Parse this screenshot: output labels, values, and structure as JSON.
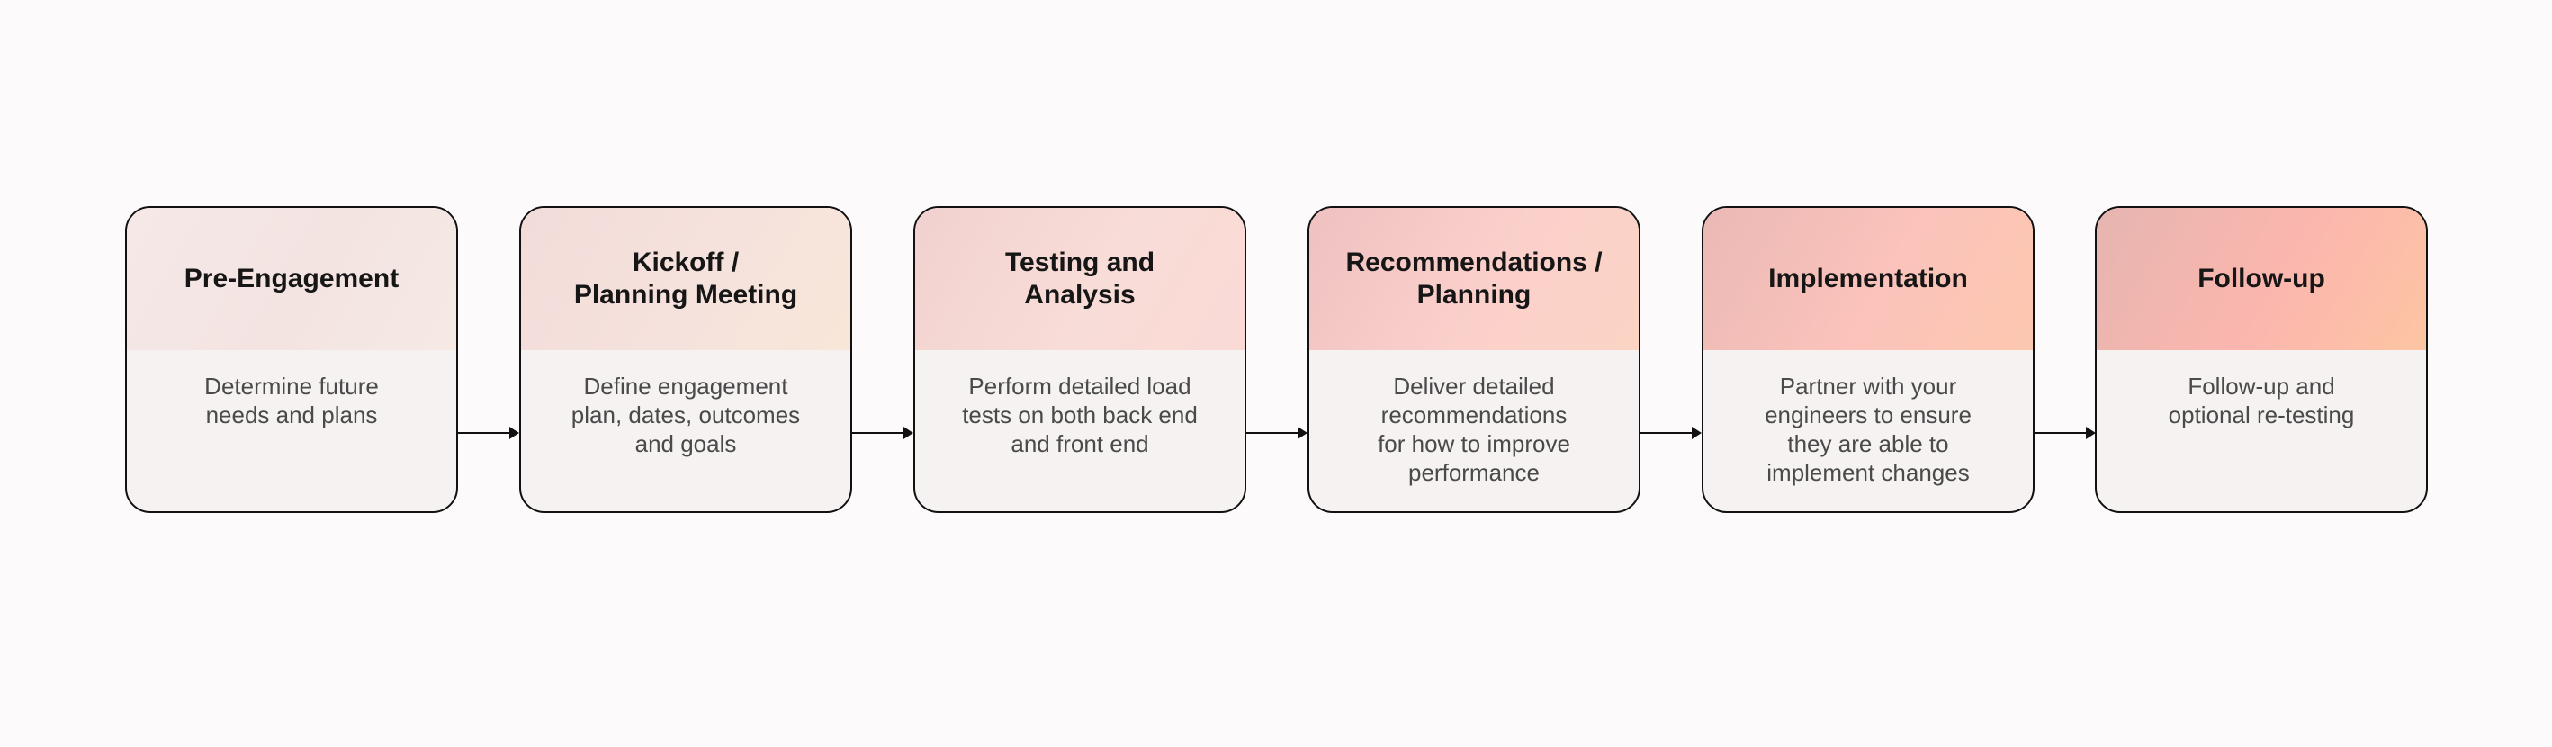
{
  "steps": [
    {
      "title": "Pre-Engagement",
      "description": "Determine future\nneeds and plans"
    },
    {
      "title": "Kickoff /\nPlanning Meeting",
      "description": "Define engagement\nplan, dates, outcomes\nand goals"
    },
    {
      "title": "Testing and\nAnalysis",
      "description": "Perform detailed load\ntests on both back end\nand front end"
    },
    {
      "title": "Recommendations /\nPlanning",
      "description": "Deliver detailed\nrecommendations\nfor how to improve\nperformance"
    },
    {
      "title": "Implementation",
      "description": "Partner with your\nengineers to ensure\nthey are able to\nimplement changes"
    },
    {
      "title": "Follow-up",
      "description": "Follow-up and\noptional re-testing"
    }
  ],
  "colors": {
    "border": "#111111",
    "card_body": "#f5f2f1",
    "title_text": "#161616",
    "description_text": "#4a4a4a",
    "background": "#fcfafa"
  }
}
